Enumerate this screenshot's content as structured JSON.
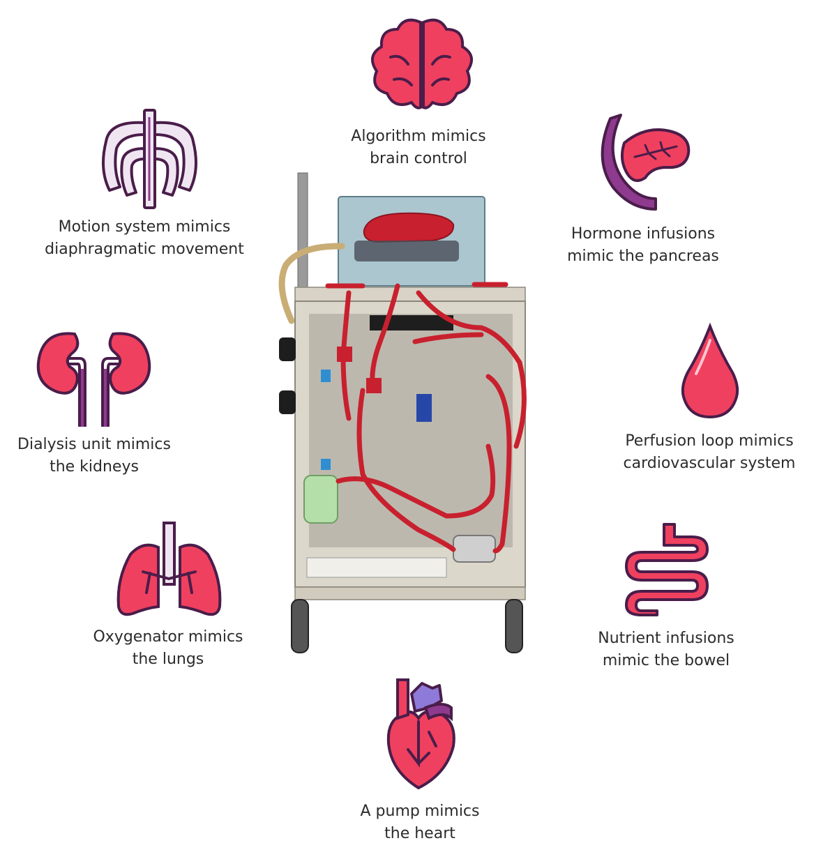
{
  "organs": {
    "brain": {
      "line1": "Algorithm mimics",
      "line2": "brain control",
      "icon": "brain-icon"
    },
    "ribcage": {
      "line1": "Motion system mimics",
      "line2": "diaphragmatic movement",
      "icon": "ribcage-icon"
    },
    "pancreas": {
      "line1": "Hormone infusions",
      "line2": "mimic the pancreas",
      "icon": "pancreas-icon"
    },
    "kidneys": {
      "line1": "Dialysis unit mimics",
      "line2": "the kidneys",
      "icon": "kidneys-icon"
    },
    "blood": {
      "line1": "Perfusion loop mimics",
      "line2": "cardiovascular system",
      "icon": "blood-drop-icon"
    },
    "lungs": {
      "line1": "Oxygenator mimics",
      "line2": "the lungs",
      "icon": "lungs-icon"
    },
    "bowel": {
      "line1": "Nutrient infusions",
      "line2": "mimic the bowel",
      "icon": "intestine-icon"
    },
    "heart": {
      "line1": "A pump mimics",
      "line2": "the heart",
      "icon": "heart-icon"
    }
  },
  "colors": {
    "organ_fill": "#f0405f",
    "organ_outline": "#4a1d4a",
    "accent_purple": "#8e3a8e",
    "light_lavender": "#efe6f2",
    "tube_red": "#c8202e",
    "cart_frame": "#d9d4c8"
  }
}
